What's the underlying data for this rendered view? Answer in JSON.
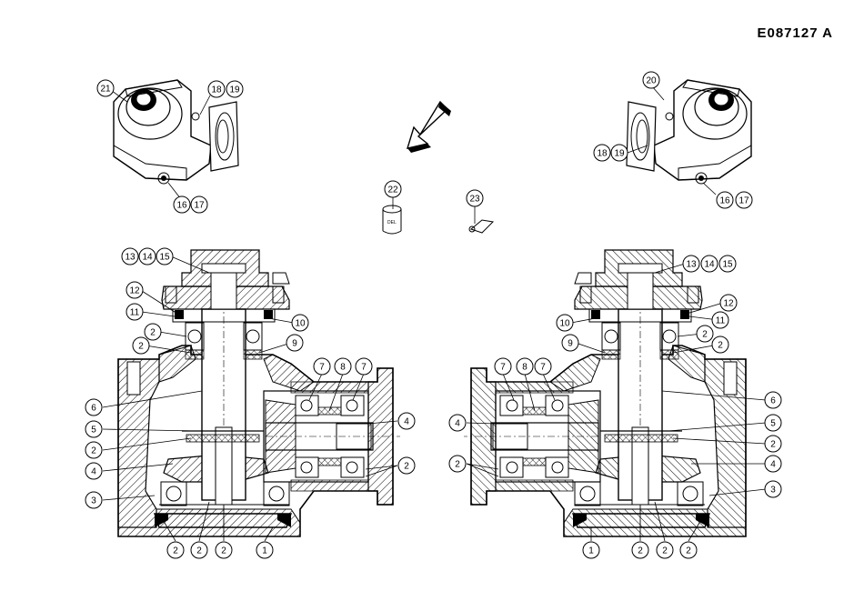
{
  "drawing": {
    "reference": "E087127 A",
    "cap_label": "DEL"
  },
  "callouts": {
    "c1": "1",
    "c2": "2",
    "c3": "3",
    "c4": "4",
    "c5": "5",
    "c6": "6",
    "c7": "7",
    "c8": "8",
    "c9": "9",
    "c10": "10",
    "c11": "11",
    "c12": "12",
    "c13": "13",
    "c14": "14",
    "c15": "15",
    "c16": "16",
    "c17": "17",
    "c18": "18",
    "c19": "19",
    "c20": "20",
    "c21": "21",
    "c22": "22",
    "c23": "23"
  }
}
